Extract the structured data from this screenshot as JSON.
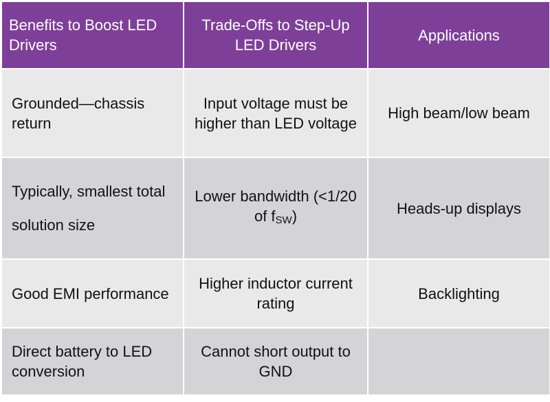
{
  "headers": [
    "Benefits to Boost LED Drivers",
    "Trade-Offs to Step-Up LED Drivers",
    "Applications"
  ],
  "rows": [
    {
      "benefit": "Grounded—chassis return",
      "tradeoff": "Input voltage must be higher than LED voltage",
      "application": "High beam/low beam"
    },
    {
      "benefit_line1": "Typically, smallest total",
      "benefit_line2": "solution size",
      "tradeoff_prefix": "Lower bandwidth (<1/20  of f",
      "tradeoff_sub": "SW",
      "tradeoff_suffix": ")",
      "application": "Heads-up displays"
    },
    {
      "benefit": "Good EMI performance",
      "tradeoff": "Higher inductor current rating",
      "application": "Backlighting"
    },
    {
      "benefit": "Direct battery to LED conversion",
      "tradeoff": "Cannot short output to GND",
      "application": ""
    }
  ],
  "colors": {
    "header_bg": "#7e3f98",
    "header_text": "#ffffff",
    "row_light": "#e9e9ea",
    "row_dark": "#d4d4d6"
  }
}
